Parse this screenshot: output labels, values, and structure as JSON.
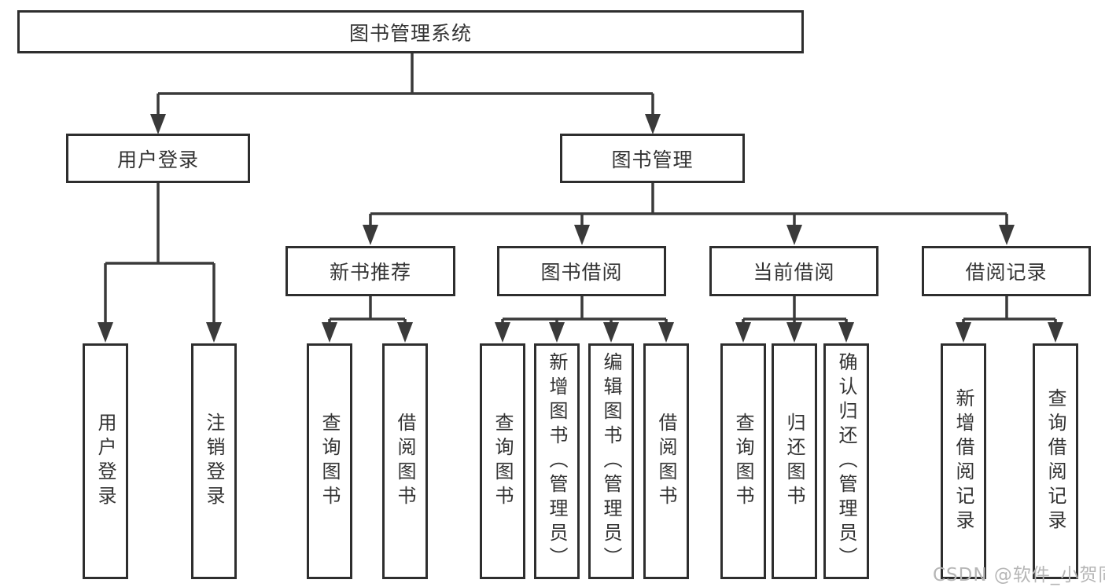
{
  "tree": {
    "root": {
      "label": "图书管理系统",
      "children": [
        {
          "label": "用户登录",
          "children": [
            {
              "label": "用户登录"
            },
            {
              "label": "注销登录"
            }
          ]
        },
        {
          "label": "图书管理",
          "children": [
            {
              "label": "新书推荐",
              "children": [
                {
                  "label": "查询图书"
                },
                {
                  "label": "借阅图书"
                }
              ]
            },
            {
              "label": "图书借阅",
              "children": [
                {
                  "label": "查询图书"
                },
                {
                  "label": "新增图书（管理员）"
                },
                {
                  "label": "编辑图书（管理员）"
                },
                {
                  "label": "借阅图书"
                }
              ]
            },
            {
              "label": "当前借阅",
              "children": [
                {
                  "label": "查询图书"
                },
                {
                  "label": "归还图书"
                },
                {
                  "label": "确认归还（管理员）"
                }
              ]
            },
            {
              "label": "借阅记录",
              "children": [
                {
                  "label": "新增借阅记录"
                },
                {
                  "label": "查询借阅记录"
                }
              ]
            }
          ]
        }
      ]
    }
  },
  "watermark": {
    "text": "CSDN @软件_小贺同学"
  },
  "colors": {
    "line": "#3a3a3a",
    "box_border": "#2e2e2e",
    "text": "#333333",
    "watermark": "#b6b6b6",
    "background": "#ffffff"
  }
}
